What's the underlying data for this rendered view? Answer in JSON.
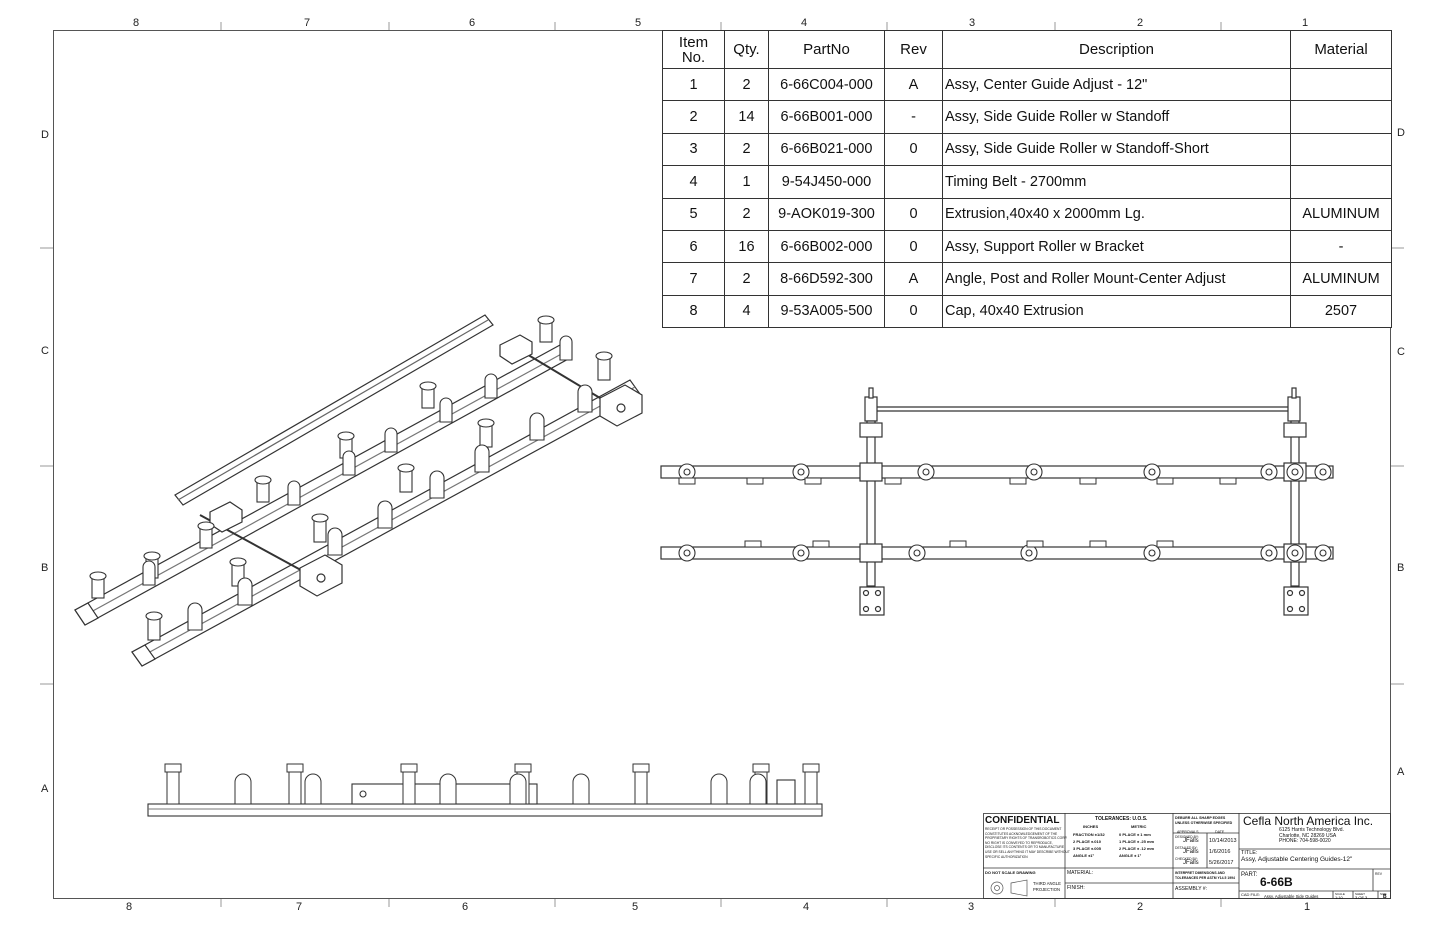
{
  "zones": {
    "top": [
      "8",
      "7",
      "6",
      "5",
      "4",
      "3",
      "2",
      "1"
    ],
    "bottom": [
      "8",
      "7",
      "6",
      "5",
      "4",
      "3",
      "2",
      "1"
    ],
    "left": [
      "D",
      "C",
      "B",
      "A"
    ],
    "right": [
      "D",
      "C",
      "B",
      "A"
    ]
  },
  "bom": {
    "headers": {
      "item_line1": "Item",
      "item_line2": "No.",
      "qty": "Qty.",
      "partno": "PartNo",
      "rev": "Rev",
      "description": "Description",
      "material": "Material"
    },
    "rows": [
      {
        "item": "1",
        "qty": "2",
        "partno": "6-66C004-000",
        "rev": "A",
        "description": "Assy, Center Guide Adjust - 12\"",
        "material": ""
      },
      {
        "item": "2",
        "qty": "14",
        "partno": "6-66B001-000",
        "rev": "-",
        "description": "Assy, Side Guide Roller w Standoff",
        "material": ""
      },
      {
        "item": "3",
        "qty": "2",
        "partno": "6-66B021-000",
        "rev": "0",
        "description": "Assy, Side Guide Roller w Standoff-Short",
        "material": ""
      },
      {
        "item": "4",
        "qty": "1",
        "partno": "9-54J450-000",
        "rev": "",
        "description": "Timing Belt - 2700mm",
        "material": ""
      },
      {
        "item": "5",
        "qty": "2",
        "partno": "9-AOK019-300",
        "rev": "0",
        "description": "Extrusion,40x40 x 2000mm Lg.",
        "material": "ALUMINUM"
      },
      {
        "item": "6",
        "qty": "16",
        "partno": "6-66B002-000",
        "rev": "0",
        "description": "Assy, Support Roller w Bracket",
        "material": "-"
      },
      {
        "item": "7",
        "qty": "2",
        "partno": "8-66D592-300",
        "rev": "A",
        "description": "Angle, Post and Roller Mount-Center Adjust",
        "material": "ALUMINUM"
      },
      {
        "item": "8",
        "qty": "4",
        "partno": "9-53A005-500",
        "rev": "0",
        "description": "Cap, 40x40 Extrusion",
        "material": "2507"
      }
    ]
  },
  "title_block": {
    "confidential": "CONFIDENTIAL",
    "confidential_text": [
      "RECEIPT OR POSSESSION OF THIS DOCUMENT",
      "CONSTITUTES ACKNOWLEDGEMENT OF THE",
      "PROPRIETARY RIGHTS OF TRANSROBOTICS CORP.",
      "NO RIGHT IS CONVEYED TO REPRODUCE,",
      "DISCLOSE ITS CONTENTS OR TO MANUFACTURE",
      "USE OR SELL ANYTHING IT MAY DESCRIBE WITHOUT",
      "SPECIFIC AUTHORIZATION"
    ],
    "do_not_scale": "DO NOT SCALE DRAWING",
    "projection": [
      "THIRD ANGLE",
      "PROJECTION"
    ],
    "tolerances_title": "TOLERANCES: U.O.S.",
    "inches": "INCHES",
    "metric": "METRIC",
    "tol_rows": [
      [
        "FRACTION ±1/32",
        "0 PLACE ± 1 mm"
      ],
      [
        "2 PLACE ±.010",
        "1 PLACE ± .25 mm"
      ],
      [
        "3 PLACE ±.005",
        "2 PLACE ± .12 mm"
      ],
      [
        "ANGLE ±1°",
        "ANGLE ± 1°"
      ]
    ],
    "material_label": "MATERIAL:",
    "finish_label": "FINISH:",
    "deburr": [
      "DEBURR ALL SHARP EDGES",
      "UNLESS OTHERWISE SPECIFIED"
    ],
    "approvals": "APPROVALS",
    "date": "DATE",
    "designed_by_label": "DESIGNED BY:",
    "designed_by": "JFalls",
    "designed_date": "10/14/2013",
    "detailed_by_label": "DETAILED BY:",
    "detailed_by": "JFalls",
    "detailed_date": "1/6/2016",
    "checked_by_label": "CHECKED BY:",
    "checked_by": "JFalls",
    "checked_date": "5/26/2017",
    "interpret": [
      "INTERPRET DIMENSIONS AND",
      "TOLERANCES PER ASTM Y14.5 1994"
    ],
    "assembly_label": "ASSEMBLY #:",
    "company": "Cefla North America Inc.",
    "address": [
      "6125 Harris Technology Blvd.",
      "Charlotte, NC 28269 USA",
      "PHONE: 704-598-0020"
    ],
    "title_label": "TITLE:",
    "title": "Assy, Adjustable Centering Guides-12\"",
    "part_label": "PART:",
    "part": "6-66B",
    "rev_label": "REV",
    "cad_file_label": "CAD FILE:",
    "cad_file": "Assy, Adjustable Side Guides",
    "scale_label": "SCALE",
    "scale": "1:10",
    "sheet_label": "SHEET",
    "sheet": "3 OF 3",
    "size_label": "SIZE",
    "size": "B"
  }
}
